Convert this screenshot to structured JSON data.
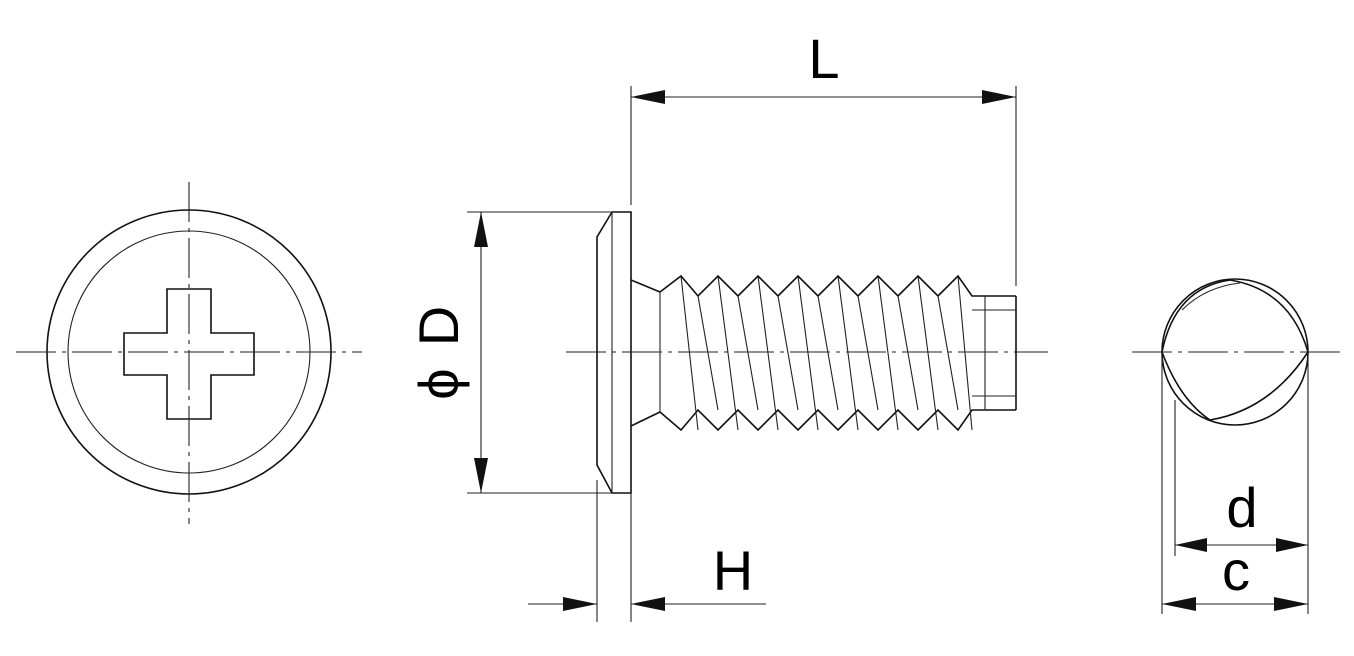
{
  "labels": {
    "length": "L",
    "head_diameter_symbol": "ϕ",
    "head_diameter": "D",
    "head_height": "H",
    "minor_dimension": "d",
    "major_dimension": "c"
  },
  "colors": {
    "line": "#111111",
    "background": "#ffffff"
  }
}
